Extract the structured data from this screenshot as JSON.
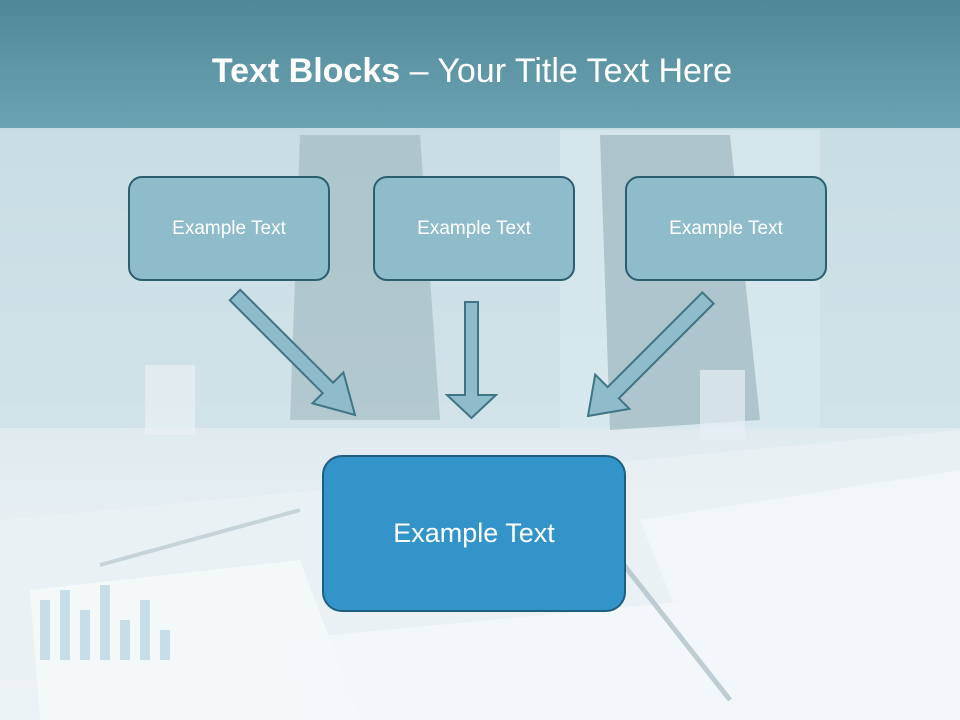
{
  "title": {
    "bold": "Text Blocks",
    "dash": " – ",
    "rest": "Your Title Text Here"
  },
  "blocks": [
    "Example Text",
    "Example Text",
    "Example Text"
  ],
  "center_block": "Example Text",
  "colors": {
    "title_band": "#5f97a7",
    "small_box_fill": "#8ebccb",
    "small_box_border": "#2b5f6f",
    "center_box_fill": "#3394c9",
    "center_box_border": "#1e5e7e",
    "arrow_fill": "#8ebccb"
  },
  "icons": [
    "arrow-down-right-icon",
    "arrow-down-icon",
    "arrow-down-left-icon"
  ]
}
